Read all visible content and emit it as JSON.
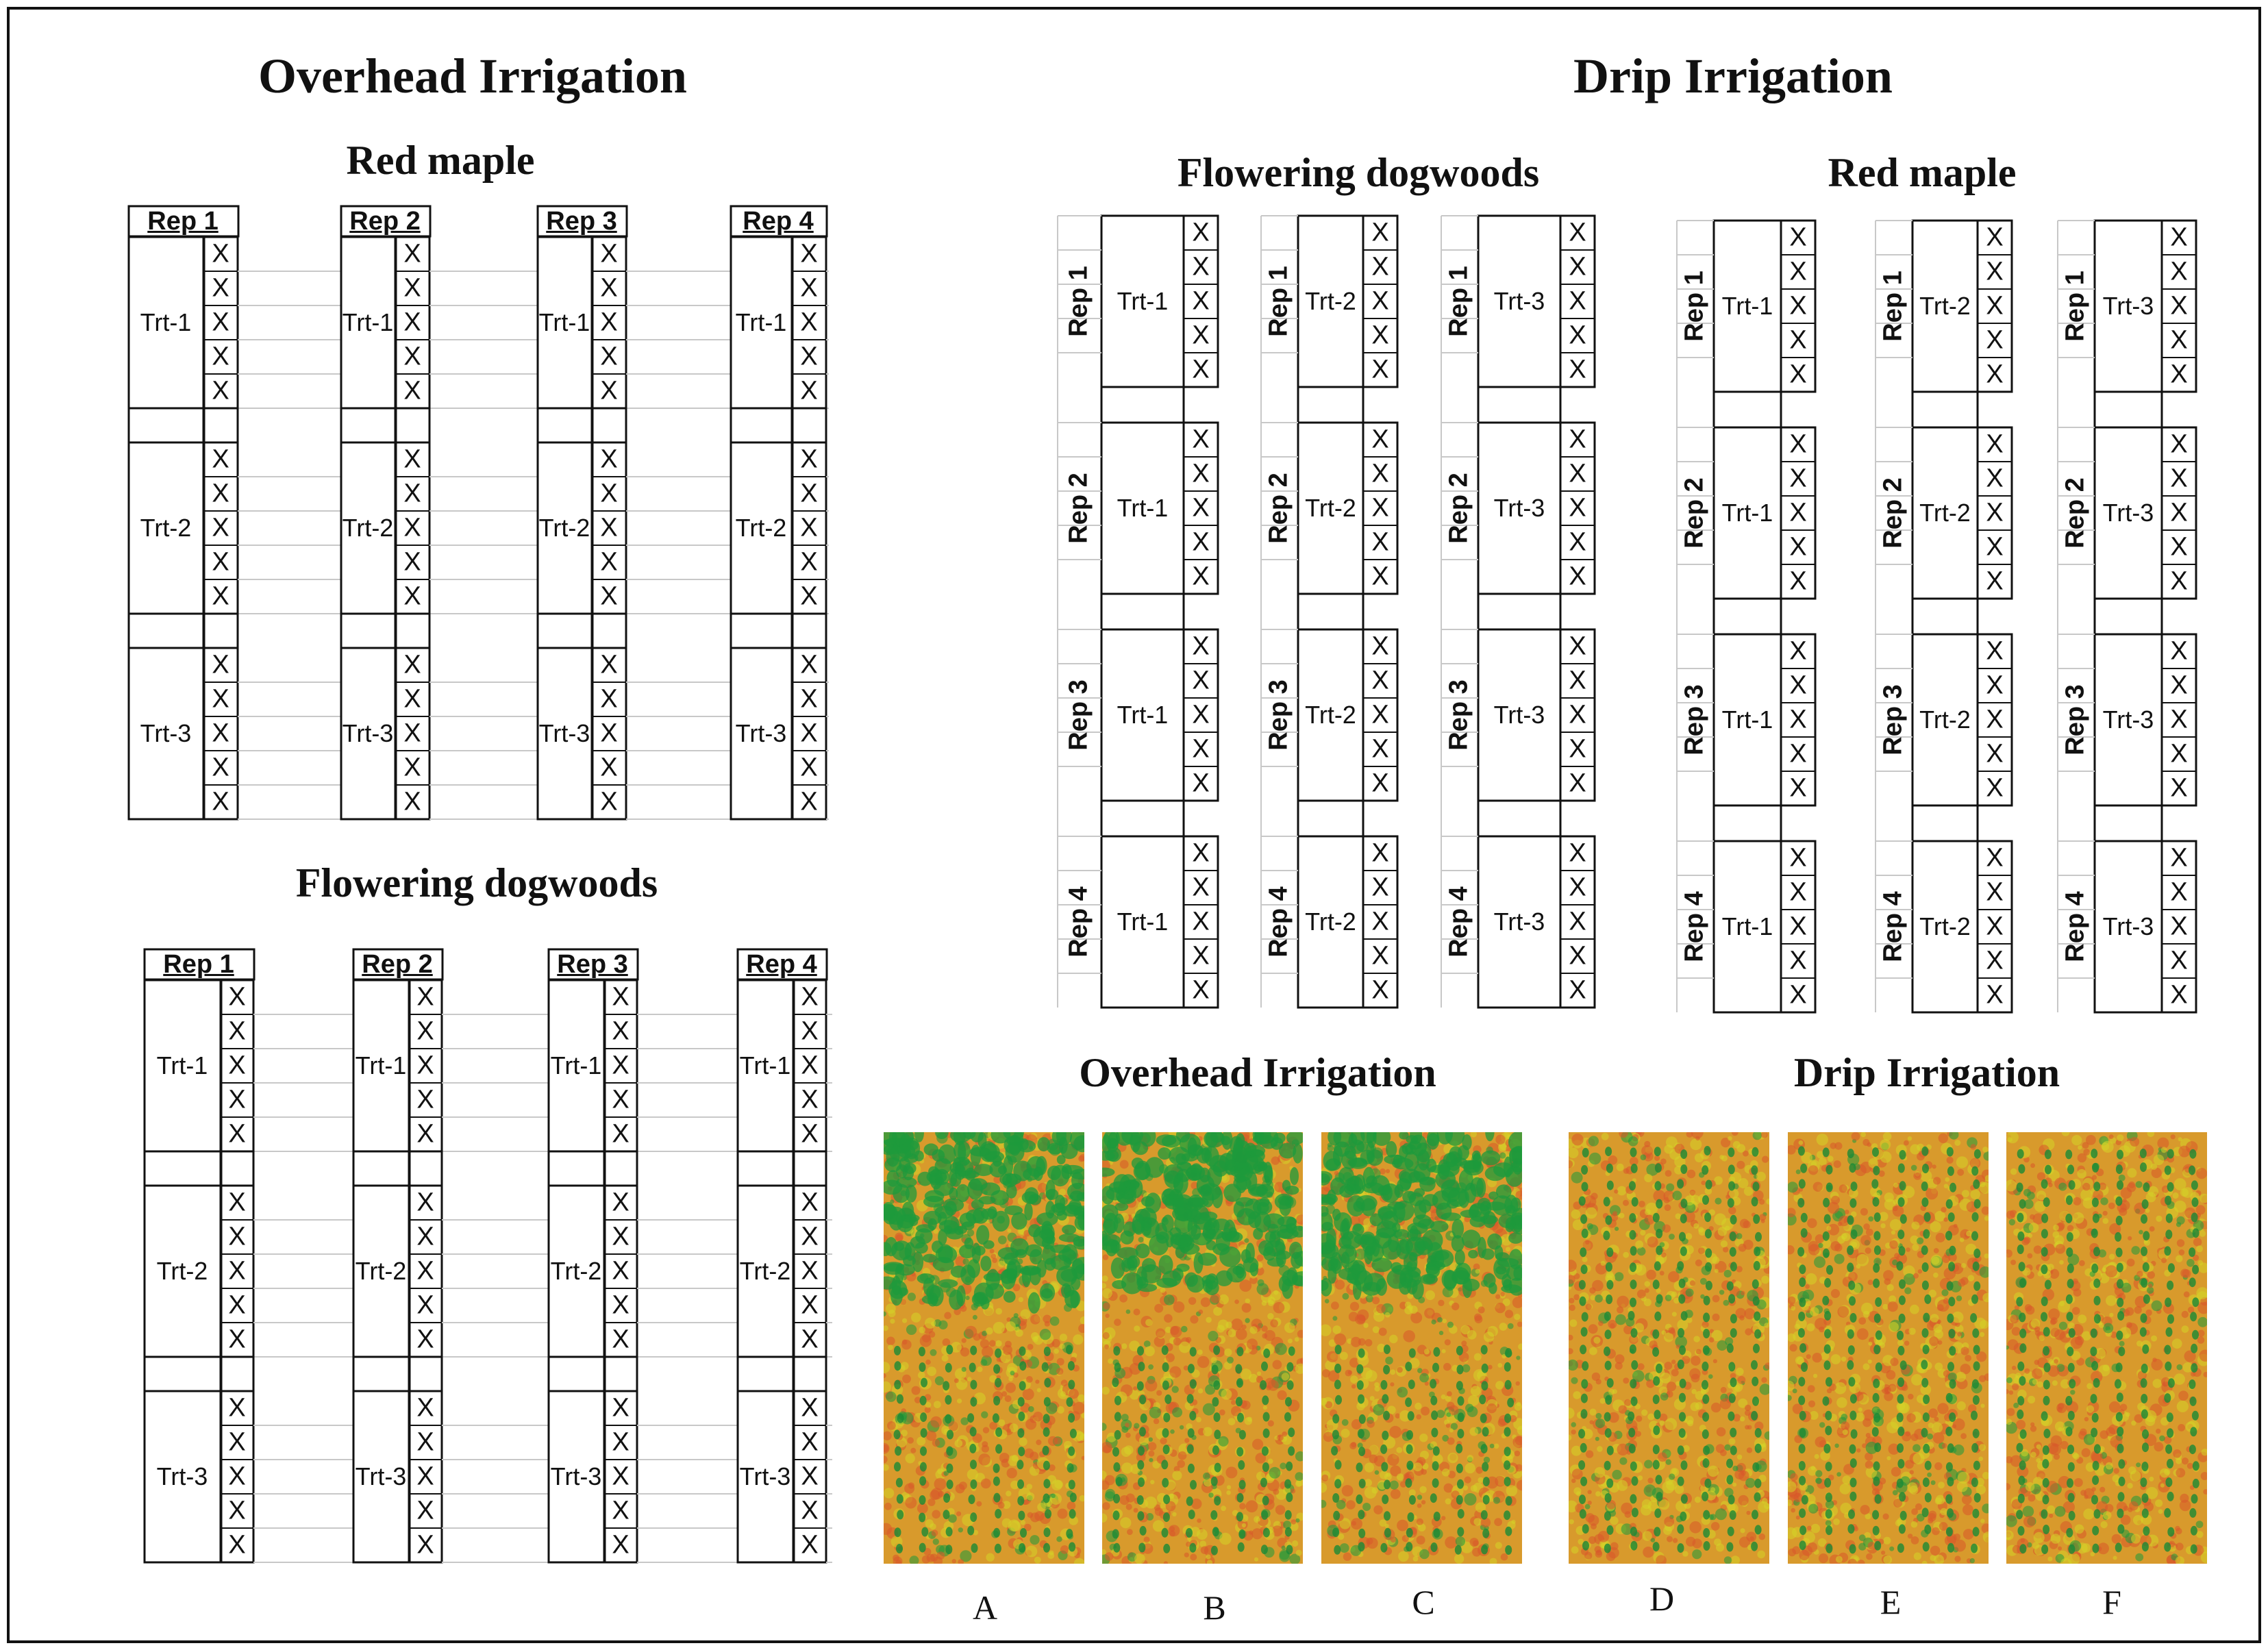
{
  "titles": {
    "overhead_main": "Overhead Irrigation",
    "drip_main": "Drip Irrigation",
    "overhead_red_maple": "Red maple",
    "overhead_dogwood": "Flowering dogwoods",
    "drip_dogwood": "Flowering dogwoods",
    "drip_red_maple": "Red maple",
    "photos_overhead": "Overhead Irrigation",
    "photos_drip": "Drip Irrigation"
  },
  "layout_labels": {
    "reps": [
      "Rep 1",
      "Rep 2",
      "Rep 3",
      "Rep 4"
    ],
    "treatments": [
      "Trt-1",
      "Trt-2",
      "Trt-3"
    ],
    "plant_mark": "X"
  },
  "photo_panels": [
    "A",
    "B",
    "C",
    "D",
    "E",
    "F"
  ],
  "colors": {
    "line": "#111111",
    "grid": "#c8c8c8",
    "photo_red": "#d8582a",
    "photo_orange": "#d89a2c",
    "photo_green": "#1e9a3c",
    "photo_yellow": "#d6d428"
  }
}
